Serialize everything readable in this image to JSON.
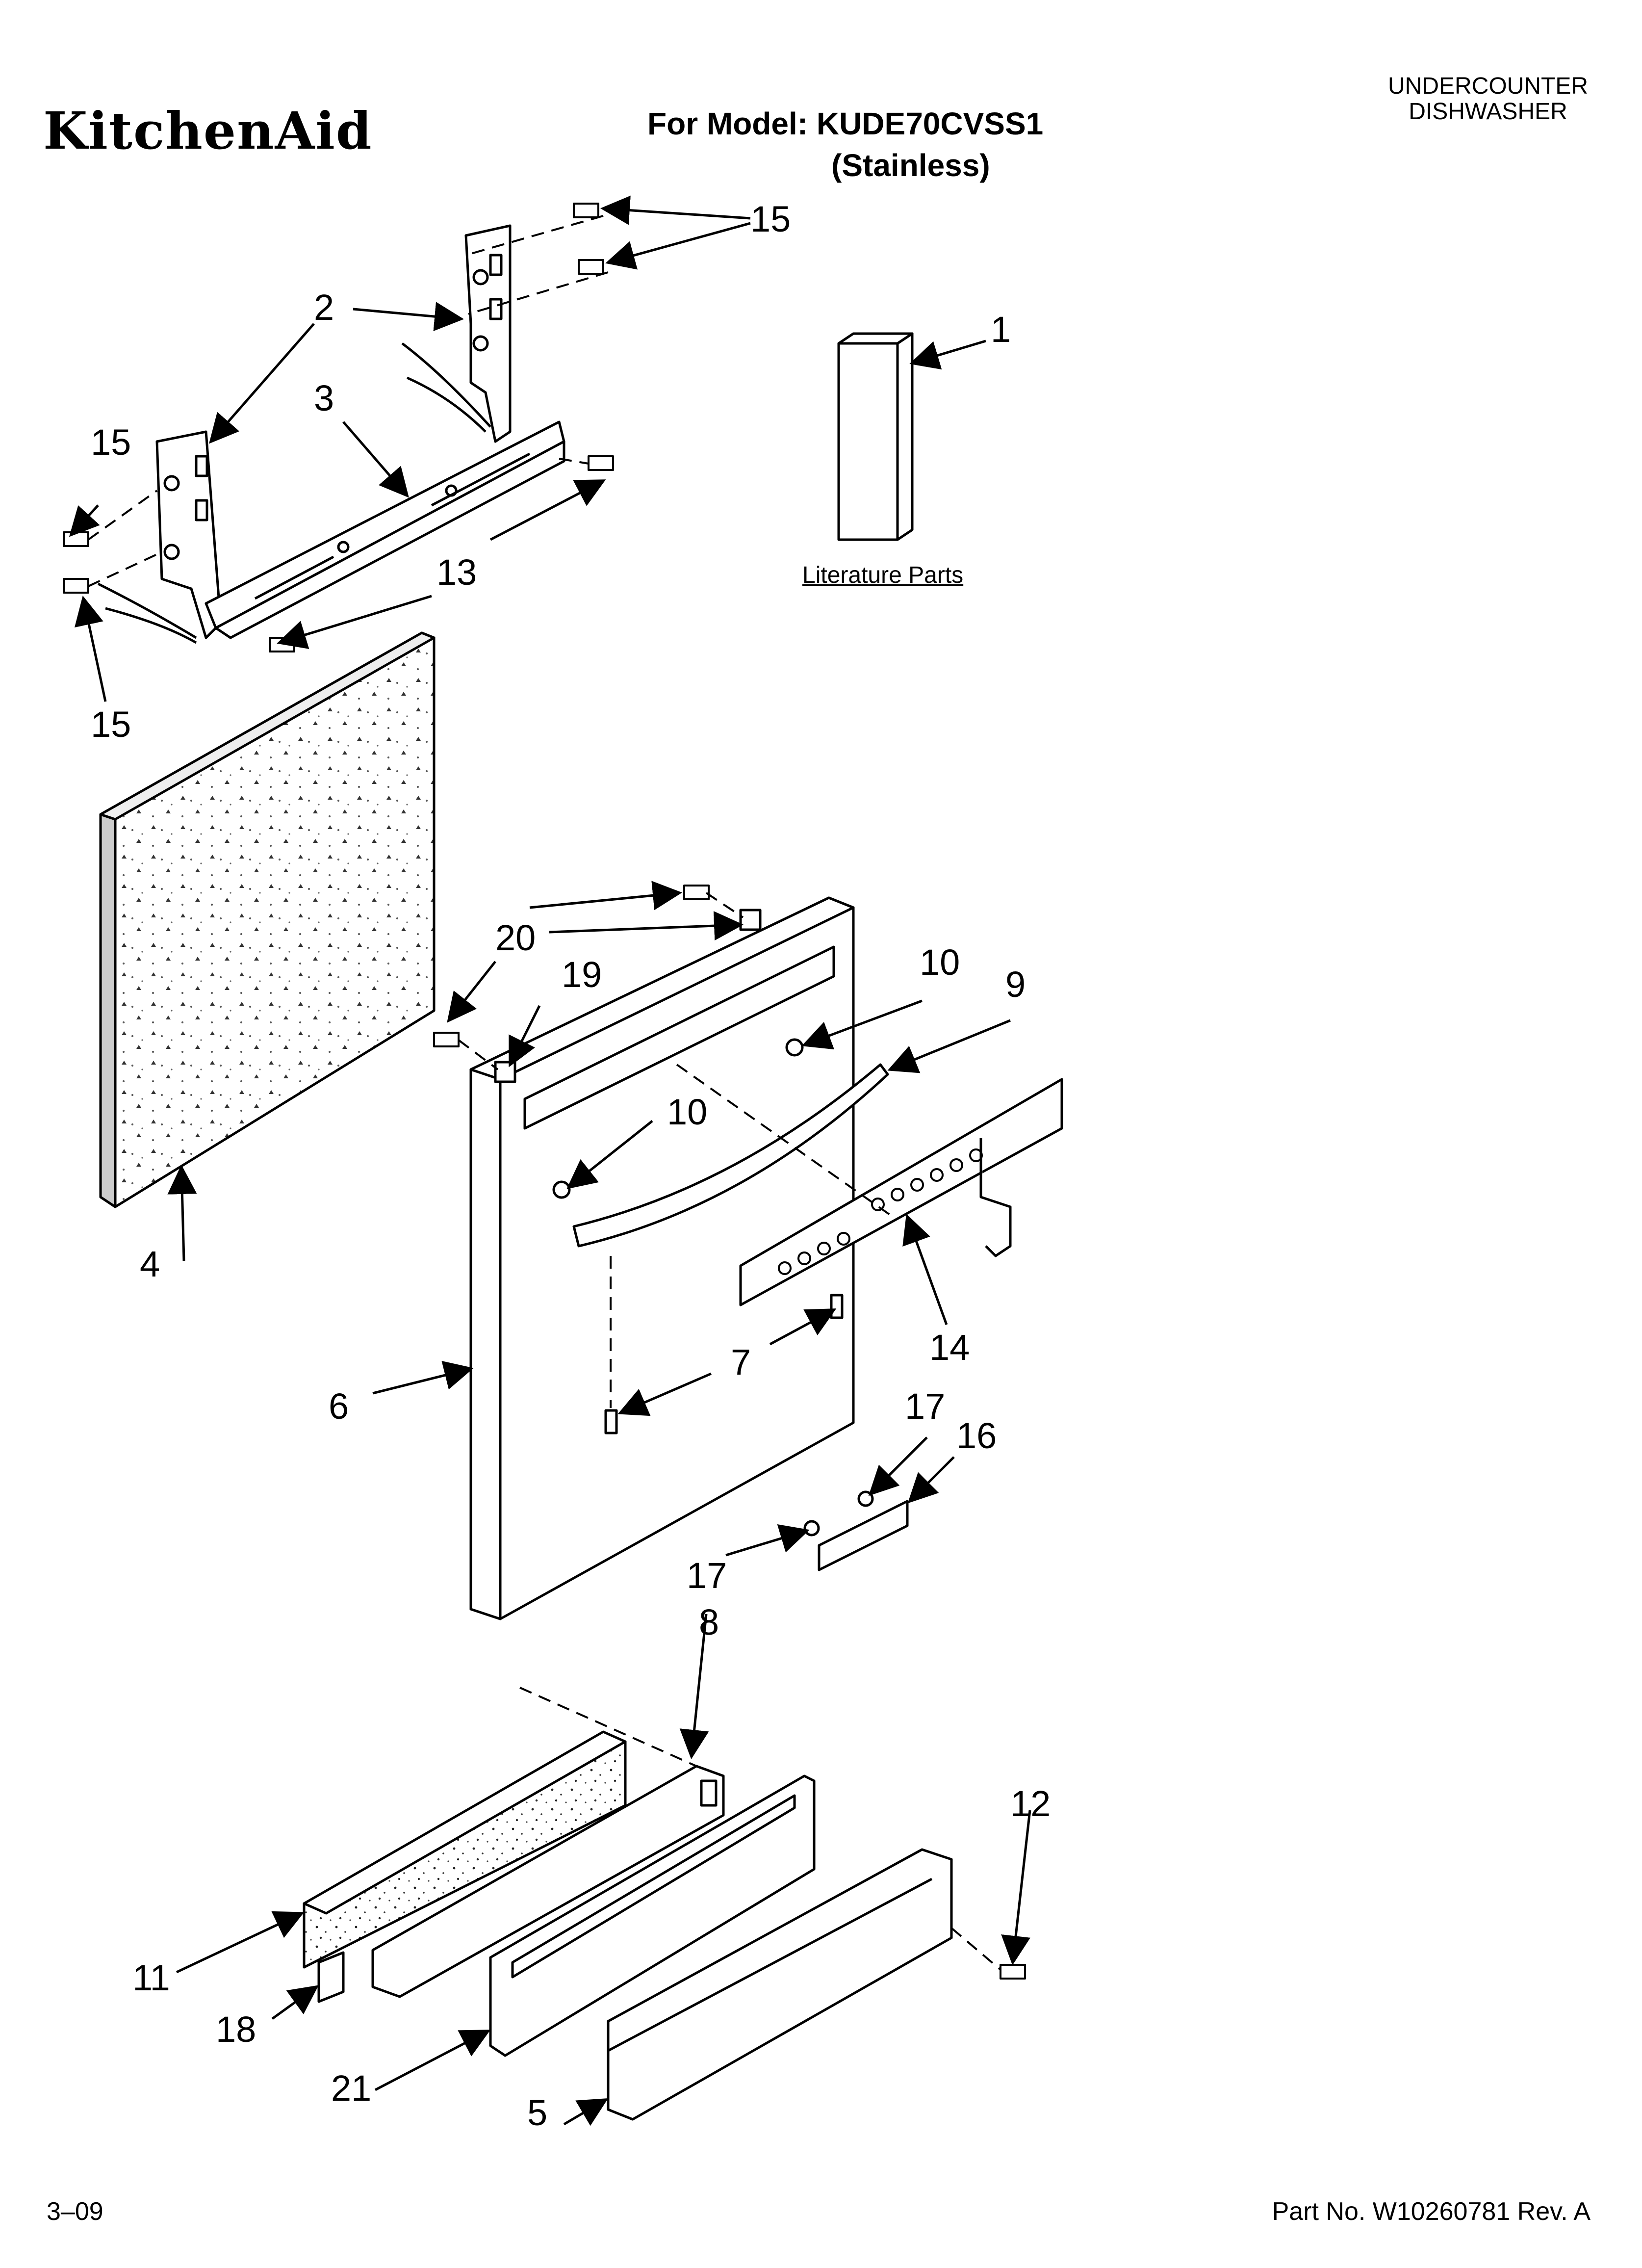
{
  "header": {
    "brand": "KitchenAid",
    "model_line": "For Model: KUDE70CVSS1",
    "variant": "(Stainless)",
    "category_line1": "UNDERCOUNTER",
    "category_line2": "DISHWASHER"
  },
  "literature_label": "Literature Parts",
  "part_numbers": {
    "p1": "1",
    "p2": "2",
    "p3": "3",
    "p4": "4",
    "p5": "5",
    "p6": "6",
    "p7": "7",
    "p8": "8",
    "p9": "9",
    "p10a": "10",
    "p10b": "10",
    "p11": "11",
    "p12": "12",
    "p13": "13",
    "p14": "14",
    "p15a": "15",
    "p15b": "15",
    "p15c": "15",
    "p16": "16",
    "p17a": "17",
    "p17b": "17",
    "p18": "18",
    "p19": "19",
    "p20": "20",
    "p21": "21"
  },
  "footer": {
    "date_code": "3–09",
    "part_no": "Part No. W10260781 Rev. A"
  }
}
